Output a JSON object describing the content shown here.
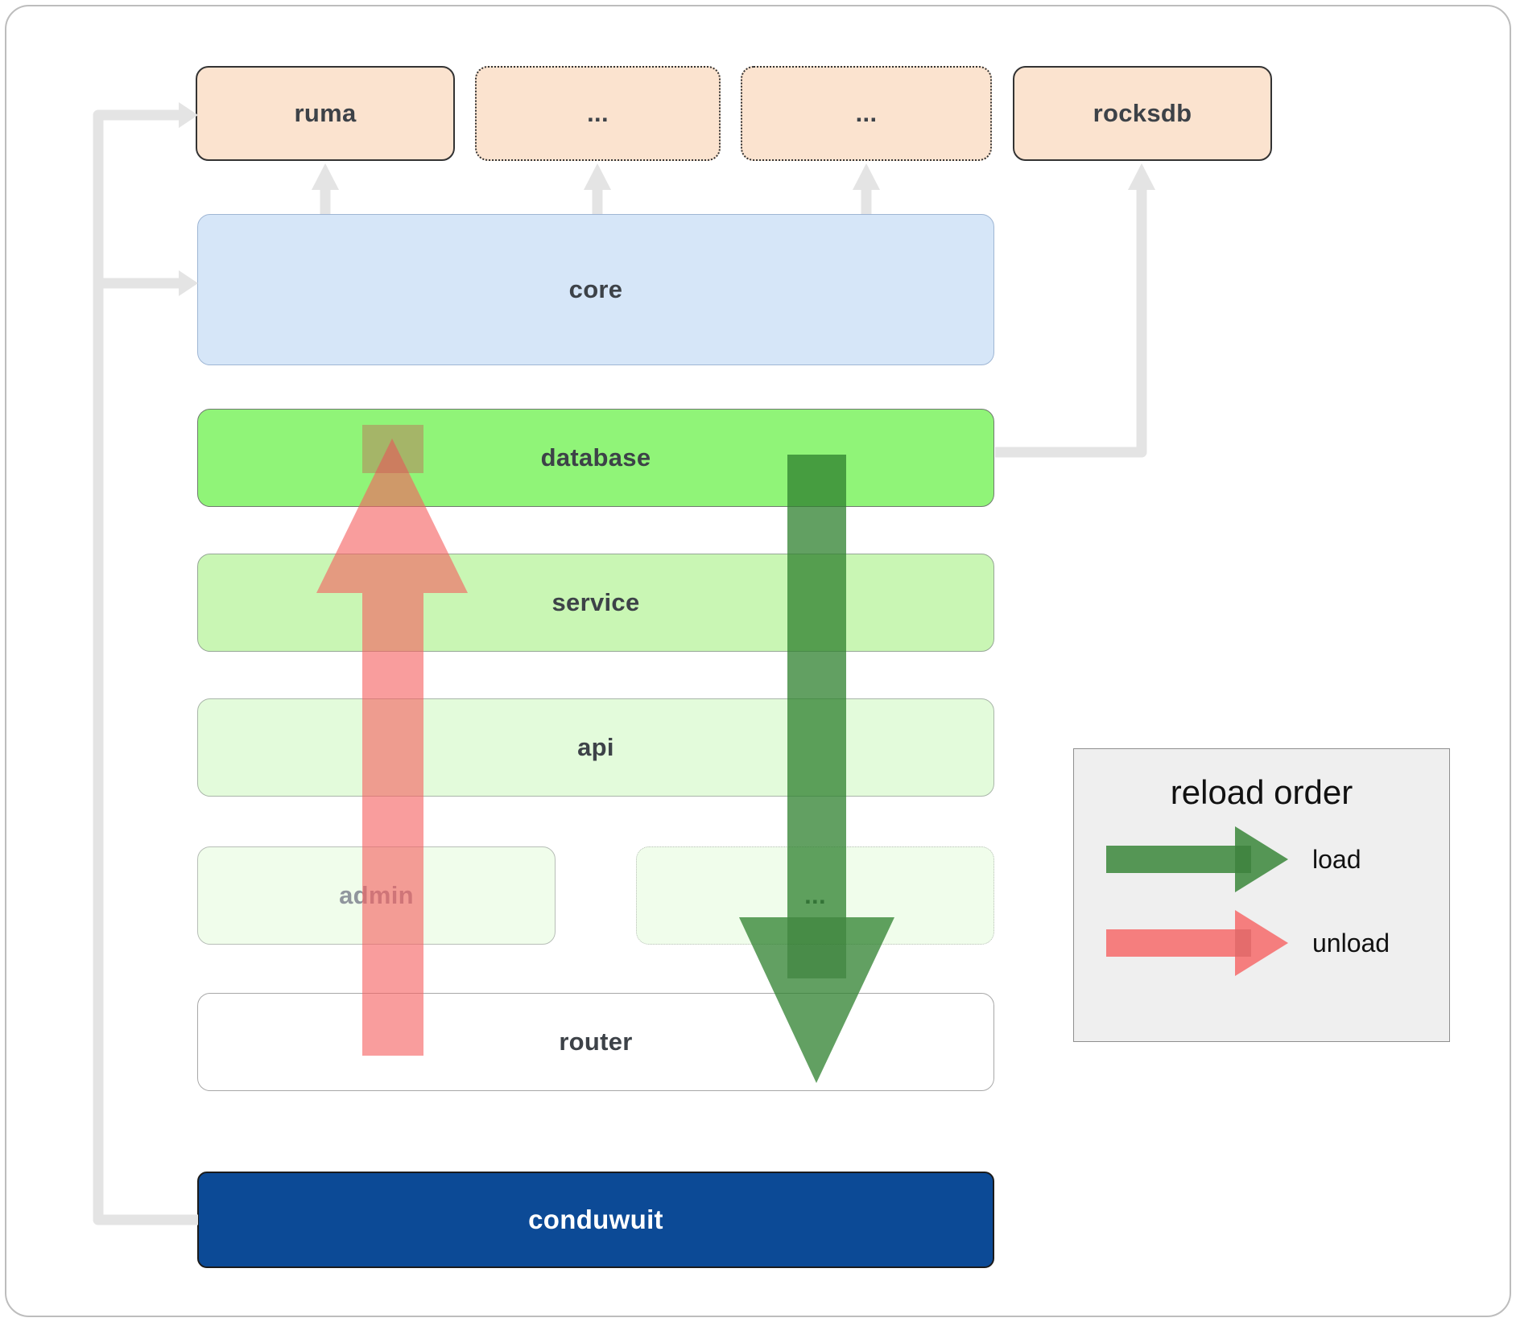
{
  "diagram": {
    "dependencies": {
      "ruma": "ruma",
      "ellipsis_a": "...",
      "ellipsis_b": "...",
      "rocksdb": "rocksdb"
    },
    "layers": {
      "core": "core",
      "database": "database",
      "service": "service",
      "api": "api",
      "admin": "admin",
      "admin_ellipsis": "...",
      "router": "router",
      "conduwuit": "conduwuit"
    }
  },
  "legend": {
    "title": "reload order",
    "load": "load",
    "unload": "unload"
  },
  "colors": {
    "dependency_fill": "#fbe3cf",
    "dependency_border": "#333333",
    "core_fill": "#d6e6f8",
    "core_border": "#9fb6d4",
    "database_fill": "#90f478",
    "database_border": "#6f7a6f",
    "service_fill": "#c9f6b4",
    "service_border": "#96a796",
    "api_fill": "#e3fbdb",
    "api_border": "#a9b6a9",
    "admin_fill": "#f0fdeb",
    "admin_border": "#b7beb7",
    "admin_text": "#90969d",
    "router_fill": "#ffffff",
    "router_border": "#a8a8a8",
    "conduwuit_fill": "#0c4a96",
    "conduwuit_border": "#1b1b1b",
    "label_text": "#3d4248",
    "connector": "#e4e4e4",
    "load_arrow": "#2e802e",
    "unload_arrow": "#f66161",
    "legend_bg": "#efefef",
    "legend_border": "#8f8f8f"
  }
}
